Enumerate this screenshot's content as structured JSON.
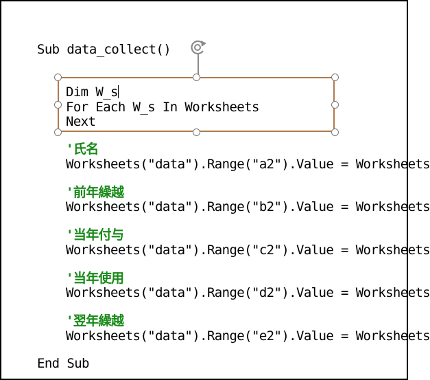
{
  "editor": {
    "sub_line": "Sub data_collect()",
    "end_line": "End Sub",
    "textbox_lines": [
      "Dim W_s",
      "For Each W_s In Worksheets",
      "Next"
    ],
    "blocks": [
      {
        "comment": "'氏名",
        "code": "Worksheets(\"data\").Range(\"a2\").Value = Worksheets"
      },
      {
        "comment": "'前年繰越",
        "code": "Worksheets(\"data\").Range(\"b2\").Value = Worksheets"
      },
      {
        "comment": "'当年付与",
        "code": "Worksheets(\"data\").Range(\"c2\").Value = Worksheets"
      },
      {
        "comment": "'当年使用",
        "code": "Worksheets(\"data\").Range(\"d2\").Value = Worksheets"
      },
      {
        "comment": "'翌年繰越",
        "code": "Worksheets(\"data\").Range(\"e2\").Value = Worksheets"
      }
    ]
  },
  "icons": {
    "rotate": "rotate-icon",
    "resize_handle": "resize-handle"
  },
  "colors": {
    "comment": "#188a18",
    "textbox_border": "#b07a4a",
    "handle_border": "#7a7a7a",
    "frame_border": "#000000"
  }
}
